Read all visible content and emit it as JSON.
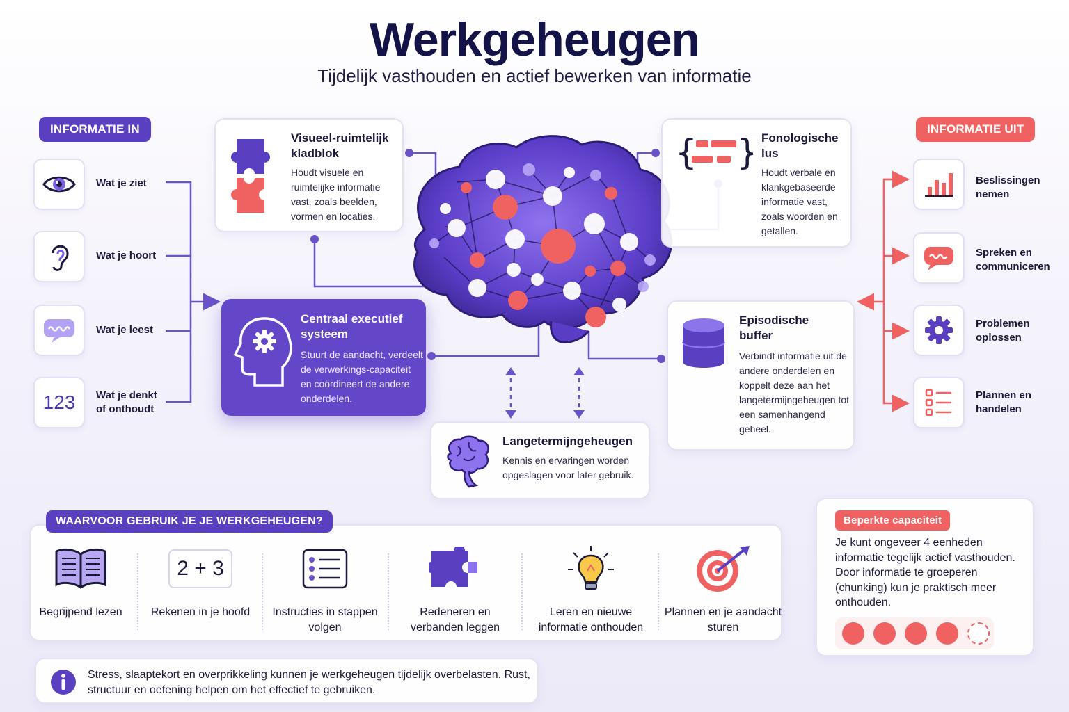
{
  "title": "Werkgeheugen",
  "subtitle": "Tijdelijk vasthouden en actief bewerken van informatie",
  "input": {
    "label": "INFORMATIE IN",
    "items": [
      {
        "label": "Wat je ziet",
        "icon": "eye-icon"
      },
      {
        "label": "Wat je hoort",
        "icon": "ear-icon"
      },
      {
        "label": "Wat je leest",
        "icon": "text-bubble-icon"
      },
      {
        "label": "Wat je denkt of onthoudt",
        "icon_text": "123"
      }
    ]
  },
  "output": {
    "label": "INFORMATIE UIT",
    "items": [
      {
        "label": "Beslissingen nemen",
        "icon": "bar-chart-icon"
      },
      {
        "label": "Spreken en communiceren",
        "icon": "speech-bubble-icon"
      },
      {
        "label": "Problemen oplossen",
        "icon": "gear-icon"
      },
      {
        "label": "Plannen en handelen",
        "icon": "checklist-icon"
      }
    ]
  },
  "components": {
    "visuospatial": {
      "title": "Visueel-ruimtelijk kladblok",
      "text": "Houdt visuele en ruimtelijke informatie vast, zoals beelden, vormen en locaties."
    },
    "phonological": {
      "title": "Fonologische lus",
      "text": "Houdt verbale en klankgebaseerde informatie vast, zoals woorden en getallen."
    },
    "executive": {
      "title": "Centraal executief systeem",
      "text": "Stuurt de aandacht, verdeelt de verwerkings-capaciteit en coördineert de andere onderdelen."
    },
    "episodic": {
      "title": "Episodische buffer",
      "text": "Verbindt informatie uit de andere onderdelen en koppelt deze aan het langetermijngeheugen tot een samenhangend geheel."
    },
    "longterm": {
      "title": "Langetermijngeheugen",
      "text": "Kennis en ervaringen worden opgeslagen voor later gebruik."
    }
  },
  "uses": {
    "label": "WAARVOOR GEBRUIK JE JE WERKGEHEUGEN?",
    "items": [
      {
        "label": "Begrijpend lezen",
        "icon": "book-icon"
      },
      {
        "label": "Rekenen in je hoofd",
        "icon_text": "2 + 3"
      },
      {
        "label": "Instructies in stappen volgen",
        "icon": "list-icon"
      },
      {
        "label": "Redeneren en verbanden leggen",
        "icon": "puzzle-icon"
      },
      {
        "label": "Leren en nieuwe informatie onthouden",
        "icon": "lightbulb-icon"
      },
      {
        "label": "Plannen en je aandacht sturen",
        "icon": "target-icon"
      }
    ]
  },
  "capacity": {
    "label": "Beperkte capaciteit",
    "text": "Je kunt ongeveer 4 eenheden informatie tegelijk actief vasthouden. Door informatie te groeperen (chunking) kun je praktisch meer onthouden.",
    "filled": 4,
    "total": 5
  },
  "info": {
    "icon": "info-icon",
    "text": "Stress, slaaptekort en overprikkeling kunnen je werkgeheugen tijdelijk overbelasten. Rust, structuur en oefening helpen om het effectief te gebruiken."
  },
  "colors": {
    "purple": "#5a3fc0",
    "coral": "#f06262",
    "navy": "#141347"
  }
}
